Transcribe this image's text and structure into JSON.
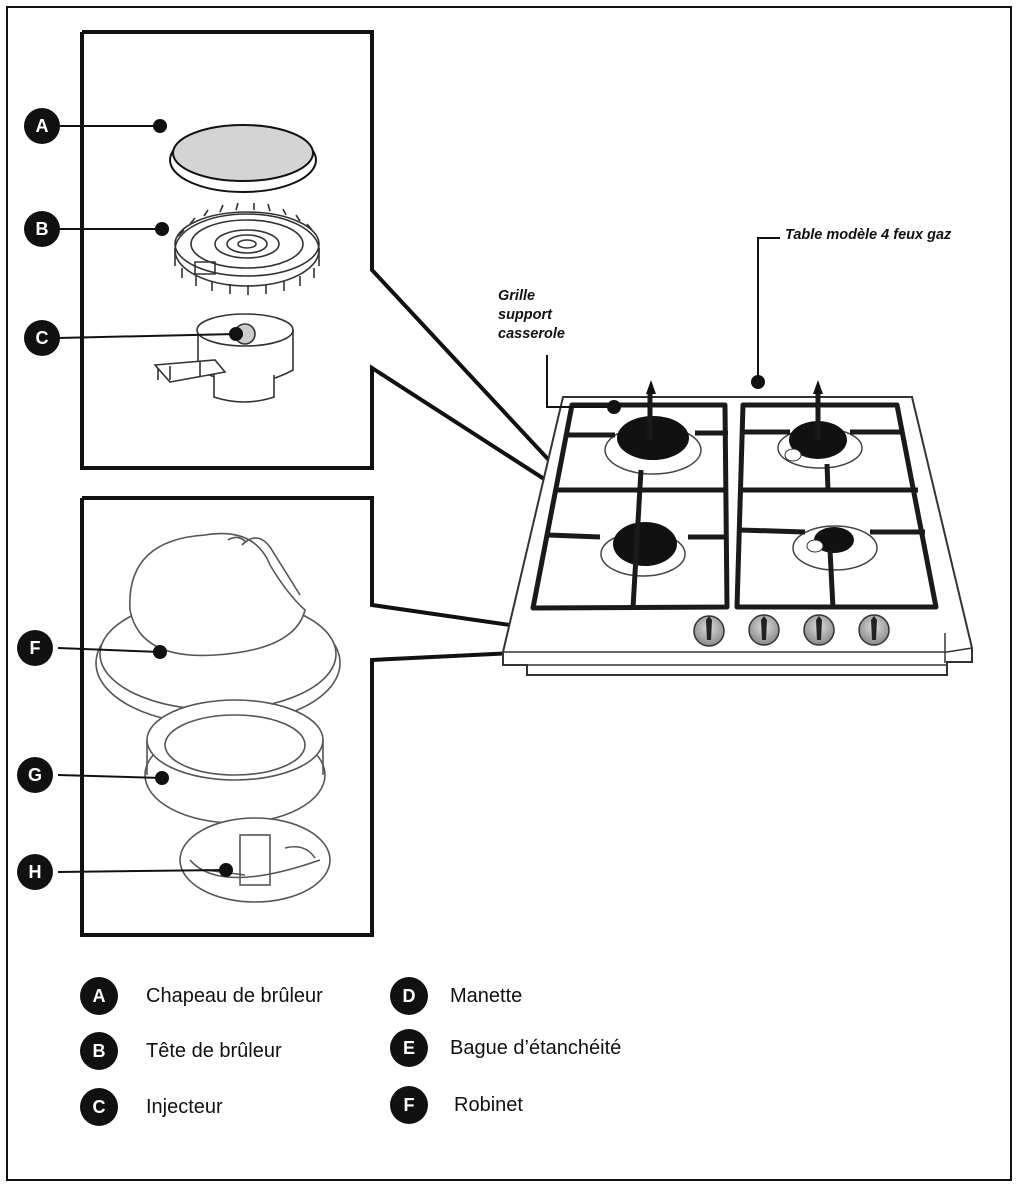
{
  "callouts": {
    "cooktop": "Table modèle 4 feux gaz",
    "grille_line1": "Grille",
    "grille_line2": "support",
    "grille_line3": "casserole"
  },
  "diagram_badges": {
    "a": "A",
    "b": "B",
    "c": "C",
    "f": "F",
    "g": "G",
    "h": "H"
  },
  "legend": {
    "left": [
      {
        "letter": "A",
        "label": "Chapeau de brûleur"
      },
      {
        "letter": "B",
        "label": "Tête de brûleur"
      },
      {
        "letter": "C",
        "label": "Injecteur"
      }
    ],
    "right": [
      {
        "letter": "D",
        "label": "Manette"
      },
      {
        "letter": "E",
        "label": "Bague d’étanchéité"
      },
      {
        "letter": "F",
        "label": "Robinet"
      }
    ]
  },
  "colors": {
    "ink": "#111111",
    "gray": "#cfcfcf",
    "mid": "#999999"
  }
}
